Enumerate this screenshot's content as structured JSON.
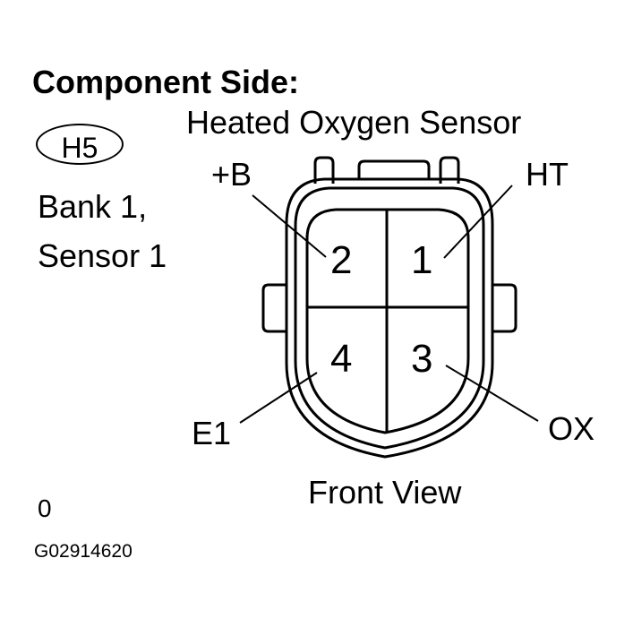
{
  "title": "Component Side:",
  "connector": {
    "code": "H5",
    "name": "Heated Oxygen Sensor",
    "location_line1": "Bank 1,",
    "location_line2": "Sensor 1"
  },
  "pins": [
    {
      "number": "2",
      "signal": "+B"
    },
    {
      "number": "1",
      "signal": "HT"
    },
    {
      "number": "4",
      "signal": "E1"
    },
    {
      "number": "3",
      "signal": "OX"
    }
  ],
  "view_label": "Front View",
  "footnote_number": "0",
  "figure_id": "G02914620"
}
